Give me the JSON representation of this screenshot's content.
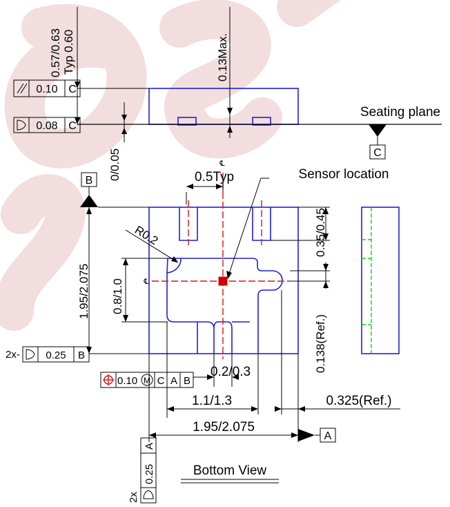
{
  "watermark": {
    "text": "OBSOLETE",
    "color": "#e9c2c2"
  },
  "colors": {
    "outline": "#1f1fd6",
    "centerline": "#e01010",
    "hidden": "#10d010",
    "ink": "#000000"
  },
  "top_view": {
    "dim_height": "0.57/0.63",
    "dim_typ": "Typ 0.60",
    "dim_max": "0.13Max.",
    "seating_plane": "Seating plane",
    "dim_standoff": "0/0.05",
    "datum_c": "C",
    "fcf_parallel": {
      "symbol": "parallelism",
      "tol": "0.10",
      "datum": "C"
    },
    "fcf_surface": {
      "symbol": "surface-profile",
      "tol": "0.08",
      "datum": "C"
    }
  },
  "bottom_view": {
    "title": "Bottom View",
    "sensor_location": "Sensor location",
    "datum_b": "B",
    "datum_a": "A",
    "centerline_symbol": "℄",
    "dim_pitch": "0.5Typ",
    "dim_radius": "R0.2",
    "dim_v_body": "1.95/2.075",
    "dim_h_body": "1.95/2.075",
    "dim_v_pad": "0.8/1.0",
    "dim_pad_top": "0.35/0.45",
    "dim_sensor_ref": "0.138(Ref.)",
    "dim_neck": "0.2/0.3",
    "dim_pad_width": "1.1/1.3",
    "dim_offset_ref": "0.325(Ref.)",
    "fcf_position": {
      "symbol": "position",
      "tol": "0.10",
      "modifier": "M",
      "datums": [
        "C",
        "A",
        "B"
      ]
    },
    "fcf_b_profile": {
      "prefix": "2x-",
      "symbol": "surface-profile",
      "tol": "0.25",
      "datum": "B"
    },
    "fcf_a_profile": {
      "prefix": "2x",
      "symbol": "surface-profile",
      "tol": "0.25",
      "datum": "A"
    }
  }
}
